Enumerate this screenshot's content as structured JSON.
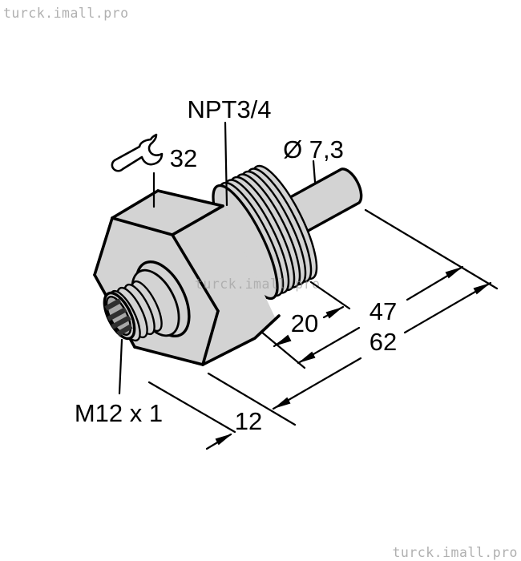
{
  "watermark": {
    "text": "turck.imall.pro"
  },
  "drawing": {
    "type": "technical-dimensional-drawing",
    "subject": "threaded flow sensor with M12 connector",
    "labels": {
      "process_thread": "NPT3/4",
      "wrench_size": "32",
      "probe_diameter": "Ø 7,3",
      "connector_thread": "M12 x 1"
    },
    "dimensions": {
      "thread_length": "20",
      "probe_length": "47",
      "total_length": "62",
      "connector_length": "12"
    },
    "icons": {
      "wrench": "open-end-wrench-icon"
    },
    "colors": {
      "body_fill": "#d3d3d3",
      "outline": "#000000",
      "connector_face": "#a8a8a8",
      "connector_slots": "#2f2f2f",
      "watermark": "#b0b0b0"
    }
  }
}
